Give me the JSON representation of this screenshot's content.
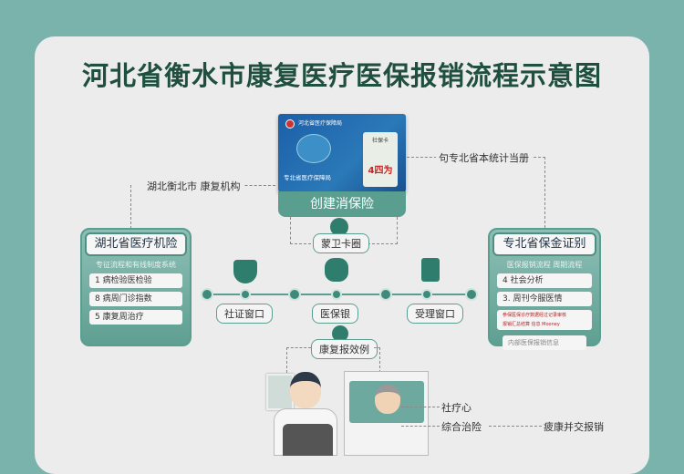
{
  "title": "河北省衡水市康复医疗医保报销流程示意图",
  "card": {
    "issuer": "河北省医疗保障局",
    "name": "专北省医疗保障局",
    "badge": "社保卡",
    "stamp": "4四为",
    "label": "创建消保险"
  },
  "left_link": "湖北衡北市 康复机构",
  "right_link": "句专北省本统计当册",
  "center_top_pill": "蒙卫卡圈",
  "left_box": {
    "header": "湖北省医疗机险",
    "sub": "专征流程和有线制度系统",
    "items": [
      "1 病检验医检验",
      "8 病周门诊指数",
      "5 康复周治疗"
    ]
  },
  "right_box": {
    "header": "专北省保金证别",
    "sub": "医保报销流程 周期流程",
    "items": [
      "4 社会分析",
      "3. 周刊今服医情"
    ],
    "note_lines": [
      "参保医保诊疗数据经过记录审核",
      "报销汇总结算 信息 Mooney"
    ],
    "footer": "内部医保报销信息"
  },
  "flow_labels": [
    "社证窗口",
    "医保银",
    "受理窗口"
  ],
  "bottom_pill": "康复报效例",
  "bottom_labels": [
    "社疗心",
    "综合治险"
  ],
  "bottom_right": "疲康并交报销"
}
